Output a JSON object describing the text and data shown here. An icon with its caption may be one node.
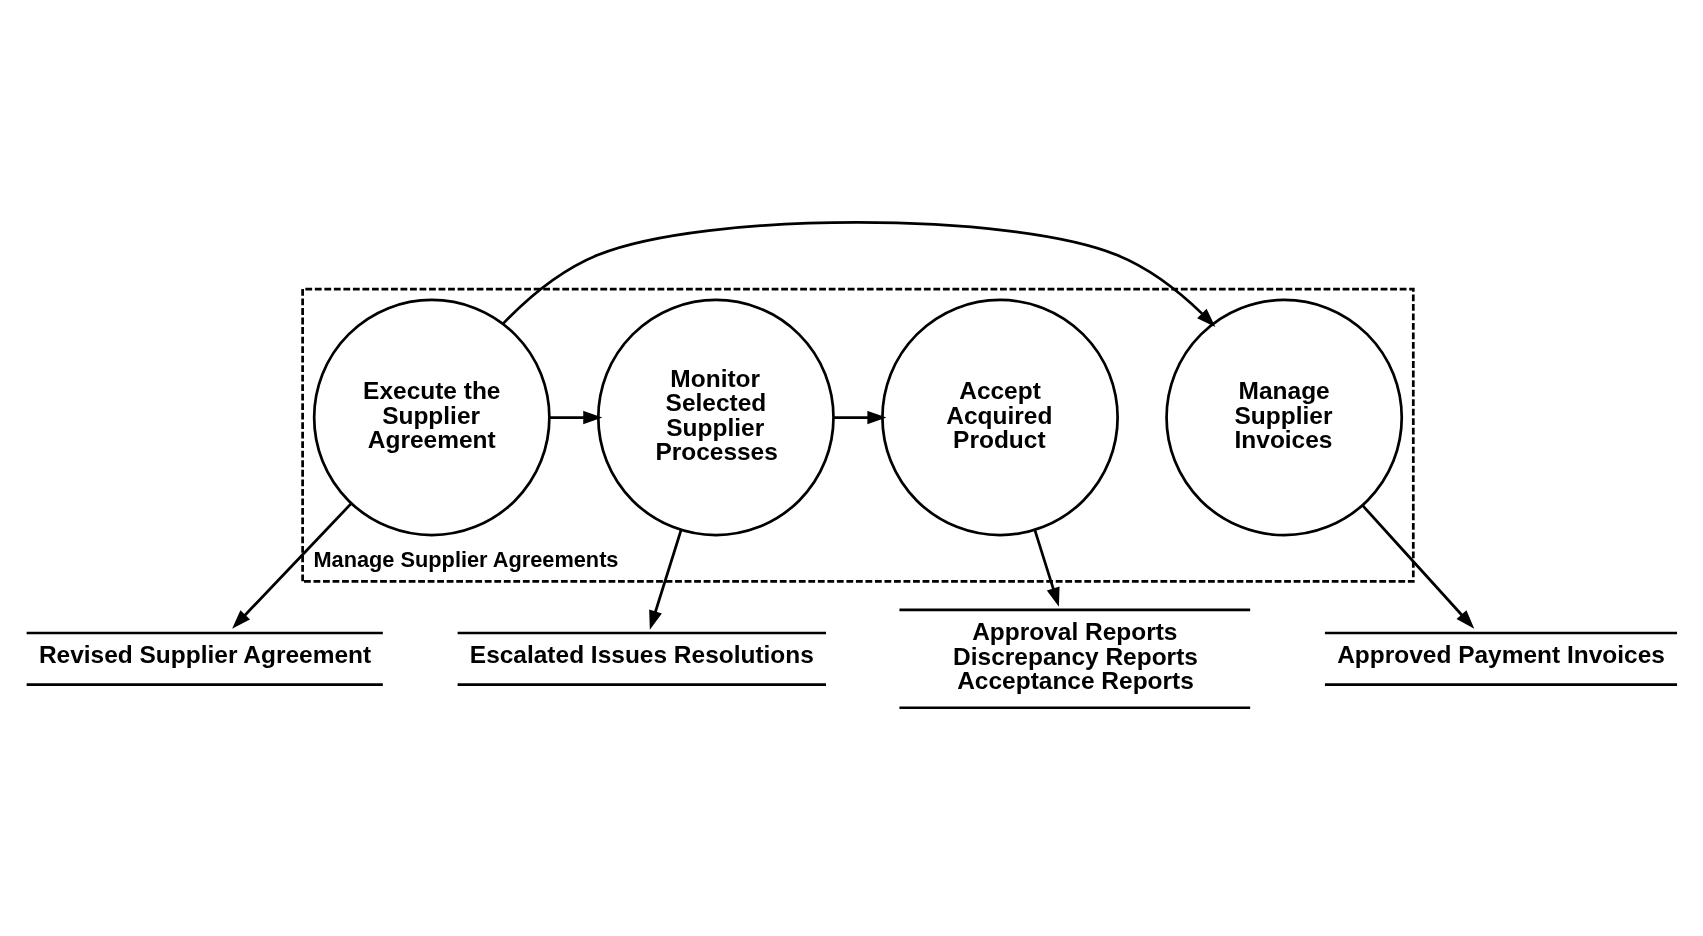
{
  "diagram": {
    "nodes": [
      {
        "text": [
          "Manage Supplier Agreements"
        ]
      },
      {
        "text": [
          "Execute the Supplier Agreement"
        ],
        "in": 0
      },
      {
        "text": [
          "Monitor Selected Supplier Processes"
        ],
        "in": 0
      },
      {
        "text": [
          "Accept Acquired Product"
        ],
        "in": 0
      },
      {
        "text": [
          "Manage Supplier Invoices"
        ],
        "in": 0
      },
      {
        "text": [
          "Revised Supplier Agreement"
        ]
      },
      {
        "text": [
          "Escalated Issues Resolutions"
        ]
      },
      {
        "text": [
          "Approval Reports",
          "Discrepancy Reports",
          "Acceptance Reports"
        ]
      },
      {
        "text": [
          "Approved Payment Invoices"
        ]
      }
    ],
    "edges": [
      {
        "from": 1,
        "to": 2,
        "arrow": "to"
      },
      {
        "from": 2,
        "to": 3,
        "arrow": "to"
      },
      {
        "from": 1,
        "to": 4,
        "arrow": "to"
      },
      {
        "from": 1,
        "to": 5,
        "arrow": "to"
      },
      {
        "from": 2,
        "to": 6,
        "arrow": "to"
      },
      {
        "from": 3,
        "to": 7,
        "arrow": "to"
      },
      {
        "from": 4,
        "to": 8,
        "arrow": "to"
      }
    ]
  }
}
